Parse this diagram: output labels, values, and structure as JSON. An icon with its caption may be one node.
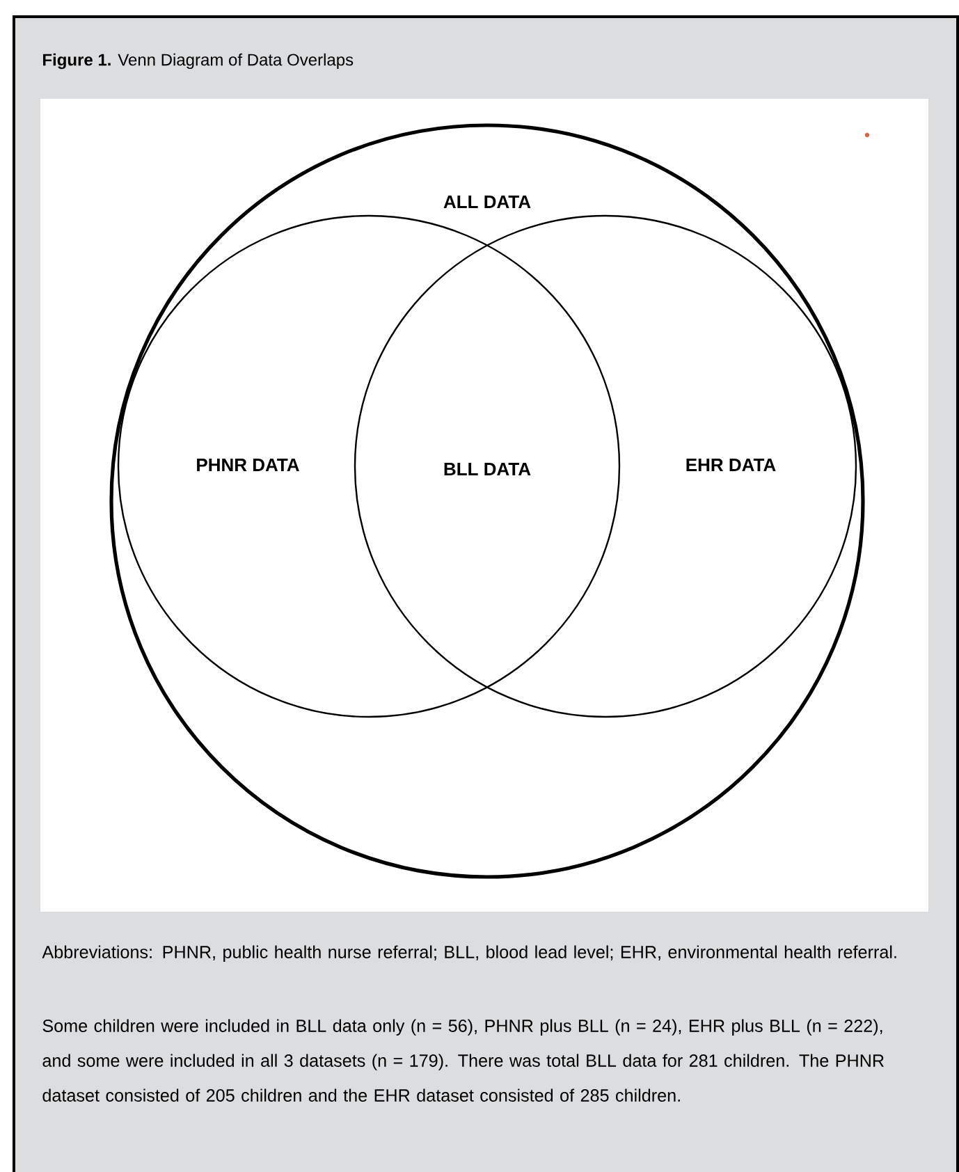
{
  "diagram": {
    "title": "**Figure 1.** Venn Diagram of Data Overlaps",
    "nodes": [
      {
        "text": [
          "ALL DATA"
        ]
      },
      {
        "text": [
          "PHNR DATA"
        ],
        "in": 0
      },
      {
        "text": [
          "EHR DATA"
        ],
        "in": 0
      }
    ],
    "edges": [],
    "labels": [
      "BLL DATA",
      "Abbreviations: PHNR, public health nurse referral; BLL, blood lead level; EHR, environmental health referral.",
      "Some children were included in BLL data only (n = 56), PHNR plus BLL (n = 24), EHR plus BLL (n = 222), and some were included in all 3 datasets (n = 179). There was total BLL data for 281 children. The PHNR dataset consisted of 205 children and the EHR dataset consisted of 285 children."
    ]
  }
}
